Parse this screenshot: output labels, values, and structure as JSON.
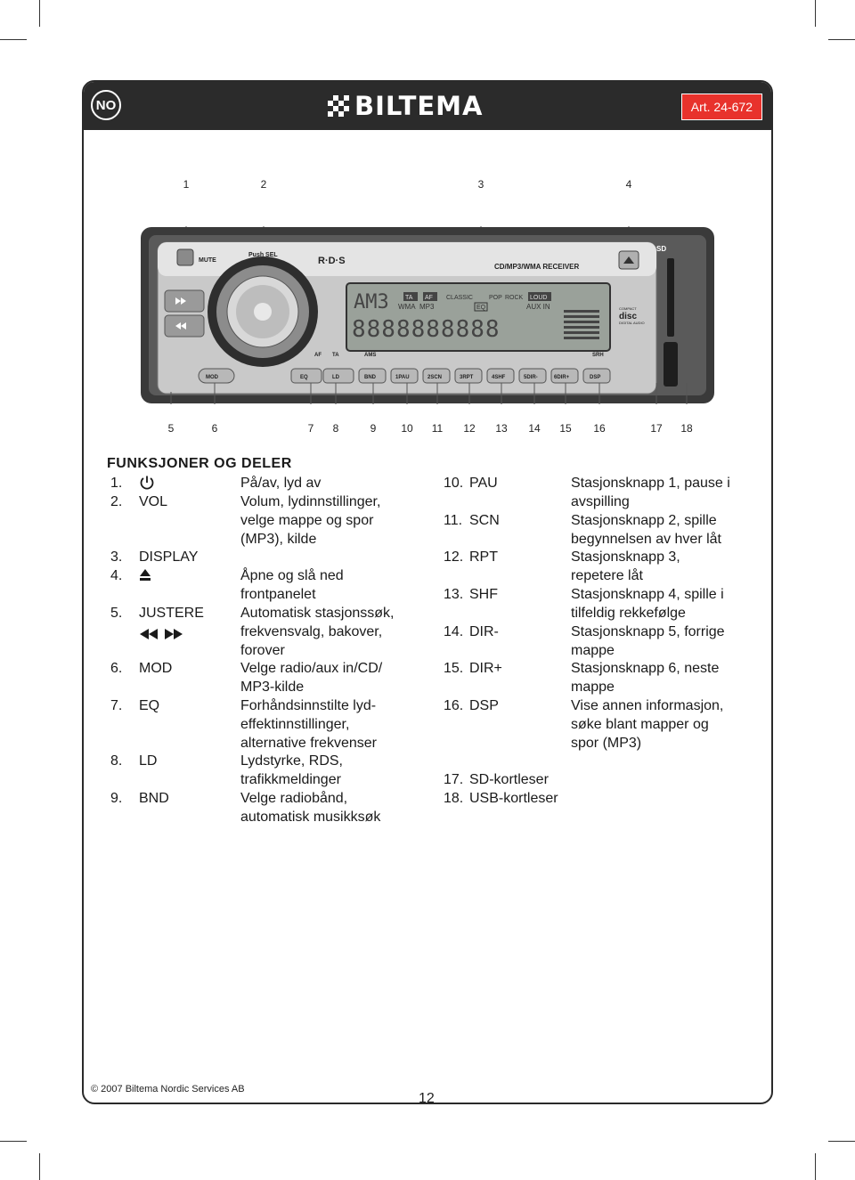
{
  "header": {
    "lang_badge": "NO",
    "brand": "BILTEMA",
    "article": "Art. 24-672"
  },
  "colors": {
    "brand_red": "#e8322c",
    "header_dark": "#2b2b2b"
  },
  "top_callouts": [
    "1",
    "2",
    "3",
    "4"
  ],
  "bottom_callouts": [
    "5",
    "6",
    "7",
    "8",
    "9",
    "10",
    "11",
    "12",
    "13",
    "14",
    "15",
    "16",
    "17",
    "18"
  ],
  "radio": {
    "mute": "MUTE",
    "push_sel": "Push SEL",
    "rds": "R·D·S",
    "model": "CD/MP3/WMA RECEIVER",
    "sd": "SD",
    "lcd_top": [
      "TA",
      "AF",
      "CLASSIC",
      "POP",
      "ROCK",
      "LOUD"
    ],
    "lcd_mid": [
      "WMA",
      "MP3",
      "EQ",
      "AUX IN"
    ],
    "lcd_segments": "8888888888",
    "disc_logo": [
      "COMPACT",
      "disc",
      "DIGITAL AUDIO"
    ],
    "labels_row": [
      "AF",
      "TA",
      "AMS",
      "SRH"
    ],
    "buttons": [
      "MOD",
      "EQ",
      "LD",
      "BND",
      "1PAU",
      "2SCN",
      "3RPT",
      "4SHF",
      "5DIR-",
      "6DIR+",
      "DSP"
    ]
  },
  "section_title": "FUNKSJONER OG DELER",
  "left_items": [
    {
      "num": "1.",
      "name": "",
      "icon": "power-icon",
      "desc": [
        "På/av, lyd av"
      ]
    },
    {
      "num": "2.",
      "name": "VOL",
      "desc": [
        "Volum, lydinnstillinger,",
        "velge mappe og spor",
        "(MP3), kilde"
      ]
    },
    {
      "num": "3.",
      "name": "DISPLAY",
      "desc": []
    },
    {
      "num": "4.",
      "name": "",
      "icon": "eject-icon",
      "desc": [
        "Åpne og slå ned",
        "frontpanelet"
      ]
    },
    {
      "num": "5.",
      "name": "JUSTERE",
      "icon": "seek-icons",
      "desc": [
        "Automatisk stasjonssøk,",
        "frekvensvalg, bakover,",
        "forover"
      ]
    },
    {
      "num": "6.",
      "name": "MOD",
      "desc": [
        "Velge radio/aux in/CD/",
        "MP3-kilde"
      ]
    },
    {
      "num": "7.",
      "name": "EQ",
      "desc": [
        "Forhåndsinnstilte lyd-",
        "effektinnstillinger,",
        "alternative frekvenser"
      ]
    },
    {
      "num": "8.",
      "name": "LD",
      "desc": [
        "Lydstyrke, RDS,",
        "trafikkmeldinger"
      ]
    },
    {
      "num": "9.",
      "name": "BND",
      "desc": [
        "Velge radiobånd,",
        "automatisk musikksøk"
      ]
    }
  ],
  "right_items": [
    {
      "num": "10.",
      "name": "PAU",
      "desc": [
        "Stasjonsknapp 1, pause i",
        "avspilling"
      ]
    },
    {
      "num": "11.",
      "name": "SCN",
      "desc": [
        "Stasjonsknapp 2, spille",
        "begynnelsen av hver låt"
      ]
    },
    {
      "num": "12.",
      "name": "RPT",
      "desc": [
        "Stasjonsknapp 3,",
        "repetere låt"
      ]
    },
    {
      "num": "13.",
      "name": "SHF",
      "desc": [
        "Stasjonsknapp 4, spille i",
        "tilfeldig rekkefølge"
      ]
    },
    {
      "num": "14.",
      "name": "DIR-",
      "desc": [
        "Stasjonsknapp 5, forrige",
        "mappe"
      ]
    },
    {
      "num": "15.",
      "name": "DIR+",
      "desc": [
        "Stasjonsknapp 6, neste",
        "mappe"
      ]
    },
    {
      "num": "16.",
      "name": "DSP",
      "desc": [
        "Vise annen informasjon,",
        "søke blant mapper og",
        "spor (MP3)"
      ]
    },
    {
      "num": "17.",
      "name": "SD-kortleser",
      "desc": []
    },
    {
      "num": "18.",
      "name": "USB-kortleser",
      "desc": []
    }
  ],
  "footer": {
    "copyright": "© 2007 Biltema Nordic Services AB",
    "page": "12"
  }
}
